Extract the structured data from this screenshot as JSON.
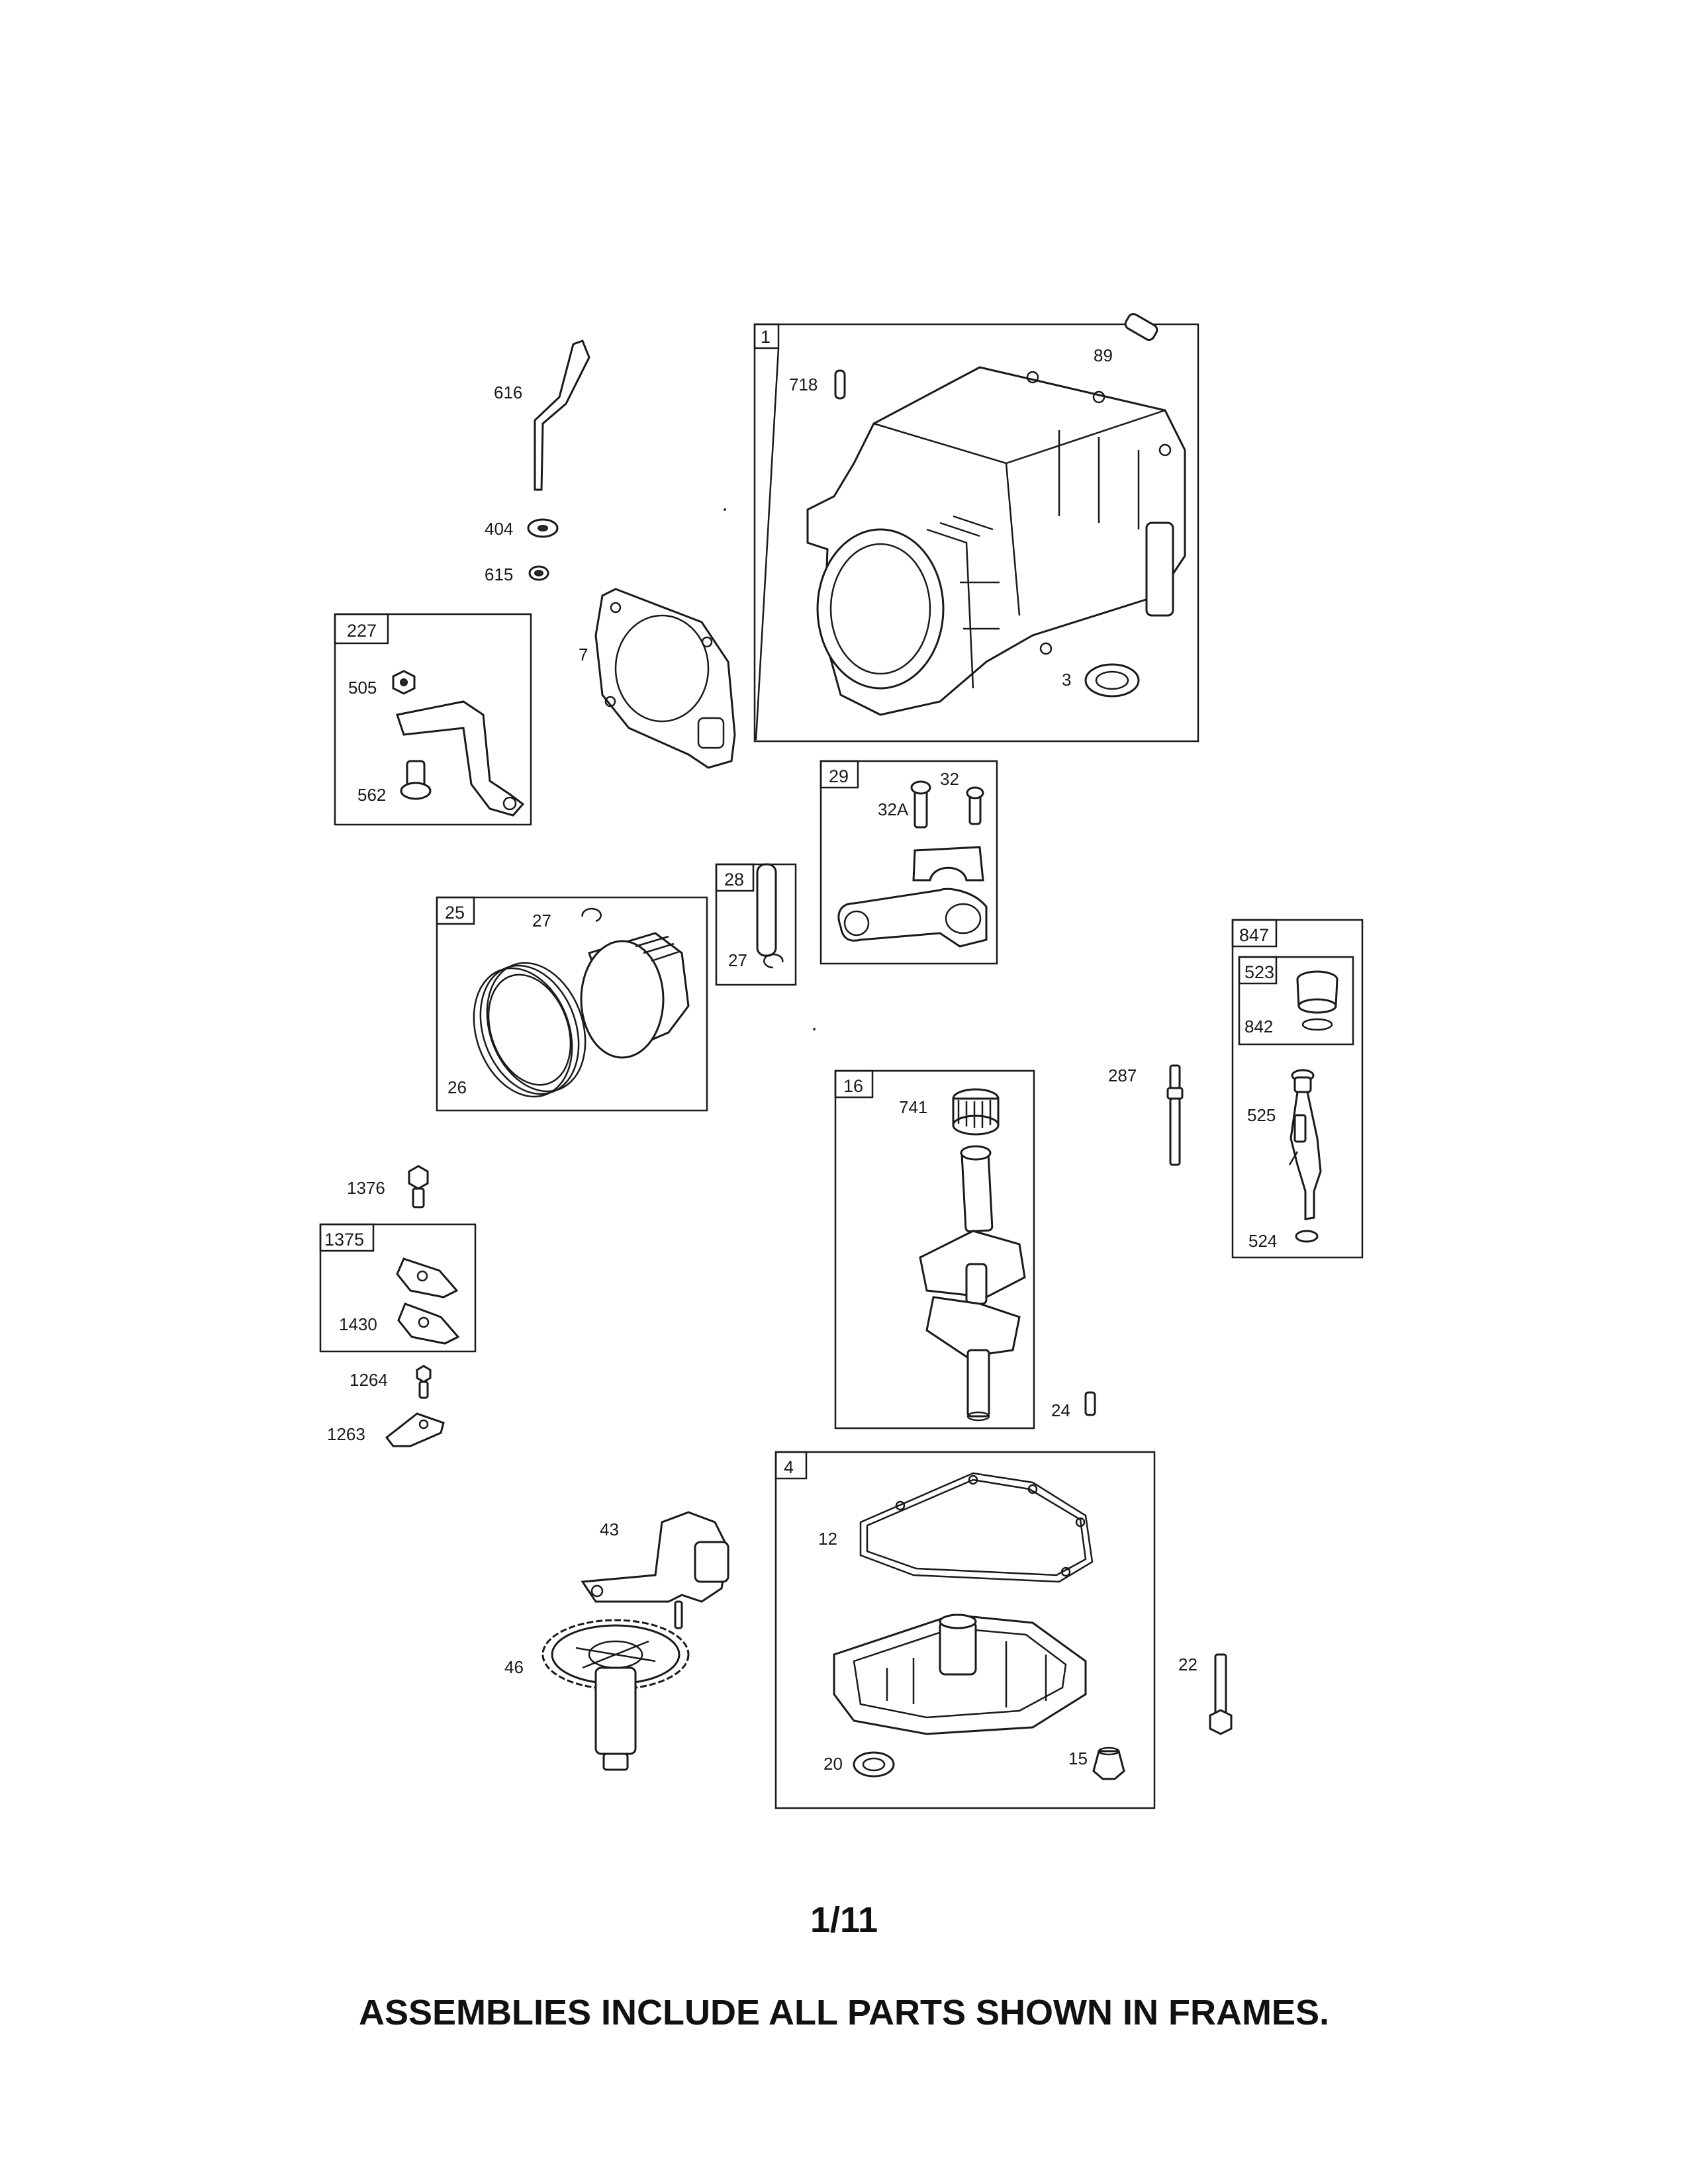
{
  "page_number": "1/11",
  "footer_note": "ASSEMBLIES INCLUDE ALL PARTS SHOWN IN FRAMES.",
  "frames": {
    "f1": "1",
    "f227": "227",
    "f29": "29",
    "f28": "28",
    "f25": "25",
    "f847": "847",
    "f523": "523",
    "f16": "16",
    "f1375": "1375",
    "f4": "4"
  },
  "callouts": {
    "c616": "616",
    "c404": "404",
    "c615": "615",
    "c7": "7",
    "c718": "718",
    "c89": "89",
    "c3": "3",
    "c505": "505",
    "c562": "562",
    "c32a": "32A",
    "c32": "32",
    "c27a": "27",
    "c27b": "27",
    "c26": "26",
    "c842": "842",
    "c525": "525",
    "c524": "524",
    "c287": "287",
    "c741": "741",
    "c24": "24",
    "c1376": "1376",
    "c1430": "1430",
    "c1264": "1264",
    "c1263": "1263",
    "c43": "43",
    "c46": "46",
    "c12": "12",
    "c20": "20",
    "c15": "15",
    "c22": "22"
  }
}
